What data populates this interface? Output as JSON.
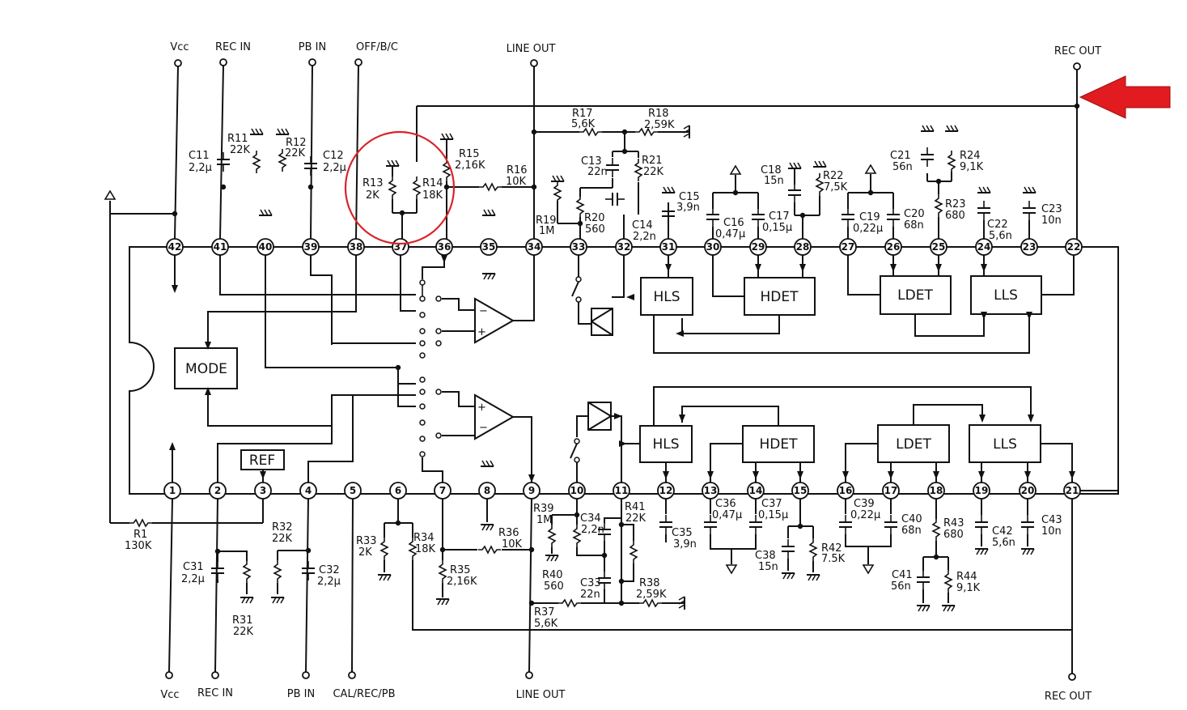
{
  "terminals": {
    "vcc_top": "Vcc",
    "vcc_bottom": "Vcc",
    "rec_in": "REC IN",
    "pb_in": "PB IN",
    "off_bc": "OFF/B/C",
    "cal_rec_pb": "CAL/REC/PB",
    "line_out": "LINE OUT",
    "rec_out": "REC OUT"
  },
  "blocks": {
    "mode": "MODE",
    "ref": "REF",
    "hls": "HLS",
    "hdet": "HDET",
    "ldet": "LDET",
    "lls": "LLS"
  },
  "pins": {
    "top": [
      "42",
      "41",
      "40",
      "39",
      "38",
      "37",
      "36",
      "35",
      "34",
      "33",
      "32",
      "31",
      "30",
      "29",
      "28",
      "27",
      "26",
      "25",
      "24",
      "23",
      "22"
    ],
    "bottom": [
      "1",
      "2",
      "3",
      "4",
      "5",
      "6",
      "7",
      "8",
      "9",
      "10",
      "11",
      "12",
      "13",
      "14",
      "15",
      "16",
      "17",
      "18",
      "19",
      "20",
      "21"
    ]
  },
  "components": {
    "C11": [
      "C11",
      "2,2µ"
    ],
    "R11": [
      "R11",
      "22K"
    ],
    "R12": [
      "R12",
      "22K"
    ],
    "C12": [
      "C12",
      "2,2µ"
    ],
    "R13": [
      "R13",
      "2K"
    ],
    "R14": [
      "R14",
      "18K"
    ],
    "R15": [
      "R15",
      "2,16K"
    ],
    "R16": [
      "R16",
      "10K"
    ],
    "R17": [
      "R17",
      "5,6K"
    ],
    "R18": [
      "R18",
      "2,59K"
    ],
    "C13": [
      "C13",
      "22n"
    ],
    "R21": [
      "R21",
      "22K"
    ],
    "R19": [
      "R19",
      "1M"
    ],
    "R20": [
      "R20",
      "560"
    ],
    "C14": [
      "C14",
      "2,2n"
    ],
    "C15": [
      "C15",
      "3,9n"
    ],
    "C16": [
      "C16",
      "0,47µ"
    ],
    "C17": [
      "C17",
      "0,15µ"
    ],
    "C18": [
      "C18",
      "15n"
    ],
    "R22": [
      "R22",
      "7,5K"
    ],
    "C19": [
      "C19",
      "0,22µ"
    ],
    "C20": [
      "C20",
      "68n"
    ],
    "C21": [
      "C21",
      "56n"
    ],
    "R24": [
      "R24",
      "9,1K"
    ],
    "R23": [
      "R23",
      "680"
    ],
    "C22": [
      "C22",
      "5,6n"
    ],
    "C23": [
      "C23",
      "10n"
    ],
    "R1": [
      "R1",
      "130K"
    ],
    "C31": [
      "C31",
      "2,2µ"
    ],
    "R31": [
      "R31",
      "22K"
    ],
    "R32": [
      "R32",
      "22K"
    ],
    "C32": [
      "C32",
      "2,2µ"
    ],
    "R33": [
      "R33",
      "2K"
    ],
    "R34": [
      "R34",
      "18K"
    ],
    "R35": [
      "R35",
      "2,16K"
    ],
    "R36": [
      "R36",
      "10K"
    ],
    "R37": [
      "R37",
      "5,6K"
    ],
    "R38": [
      "R38",
      "2,59K"
    ],
    "R39": [
      "R39",
      "1M"
    ],
    "C34": [
      "C34",
      "2,2n"
    ],
    "R41": [
      "R41",
      "22K"
    ],
    "R40": [
      "R40",
      "560"
    ],
    "C33": [
      "C33",
      "22n"
    ],
    "C35": [
      "C35",
      "3,9n"
    ],
    "C36": [
      "C36",
      "0,47µ"
    ],
    "C37": [
      "C37",
      "0,15µ"
    ],
    "C38": [
      "C38",
      "15n"
    ],
    "R42": [
      "R42",
      "7.5K"
    ],
    "C39": [
      "C39",
      "0,22µ"
    ],
    "C40": [
      "C40",
      "68n"
    ],
    "R43": [
      "R43",
      "680"
    ],
    "C41": [
      "C41",
      "56n"
    ],
    "R44": [
      "R44",
      "9,1K"
    ],
    "C42": [
      "C42",
      "5,6n"
    ],
    "C43": [
      "C43",
      "10n"
    ]
  },
  "colors": {
    "highlight": "#d9242b",
    "arrow": "#e11b1f",
    "ink": "#111111"
  }
}
